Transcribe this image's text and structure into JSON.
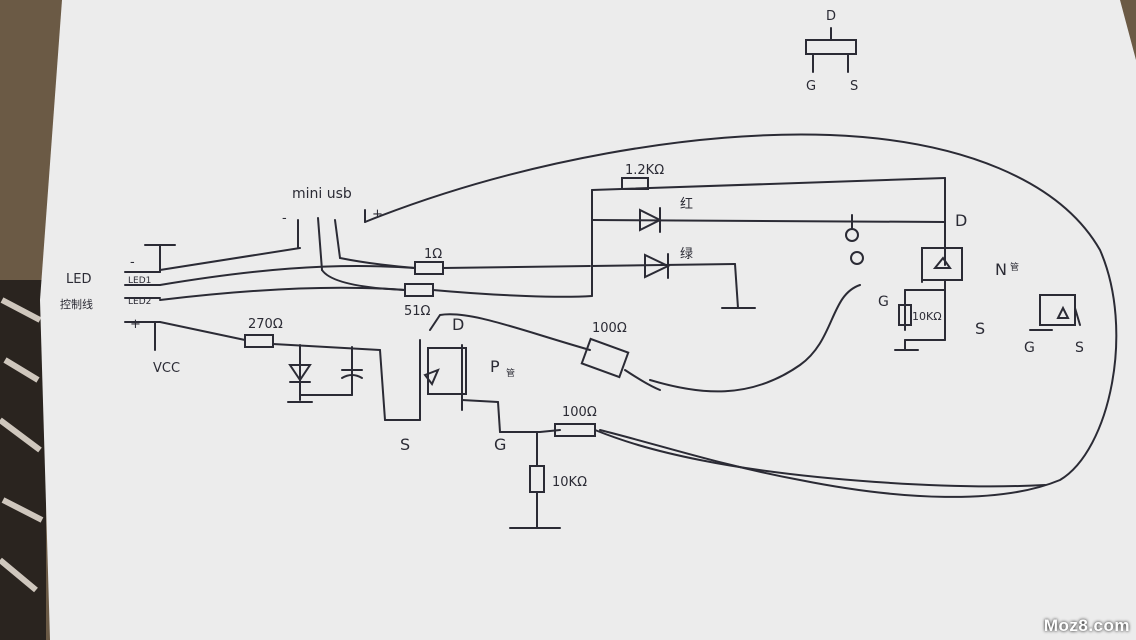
{
  "colors": {
    "paper": "#ededed",
    "ink": "#2b2b35",
    "table": "#6b5a45"
  },
  "labels": {
    "mosfet_ref_D": "D",
    "mosfet_ref_G": "G",
    "mosfet_ref_S": "S",
    "r_top": "1.2KΩ",
    "led_red": "红",
    "led_green": "绿",
    "mini_usb": "mini usb",
    "usb_plus": "+",
    "usb_minus": "-",
    "r1": "1Ω",
    "r2": "51Ω",
    "left_led": "LED",
    "left_terminal_label": "控制线",
    "left_minus": "-",
    "left_led1": "LED1",
    "left_led2": "LED2",
    "left_plus": "+",
    "vcc": "VCC",
    "r270": "270Ω",
    "r100_mid": "100Ω",
    "p_label": "P",
    "p_sub": "管",
    "p_D": "D",
    "p_S": "S",
    "p_G": "G",
    "r100_low": "100Ω",
    "r10k_low": "10KΩ",
    "n_D": "D",
    "n_G": "G",
    "n_S": "S",
    "n_r10k": "10KΩ",
    "n_label": "N",
    "n_sub": "管",
    "n_ref_G": "G",
    "n_ref_S": "S",
    "watermark": "Moz8.com"
  }
}
